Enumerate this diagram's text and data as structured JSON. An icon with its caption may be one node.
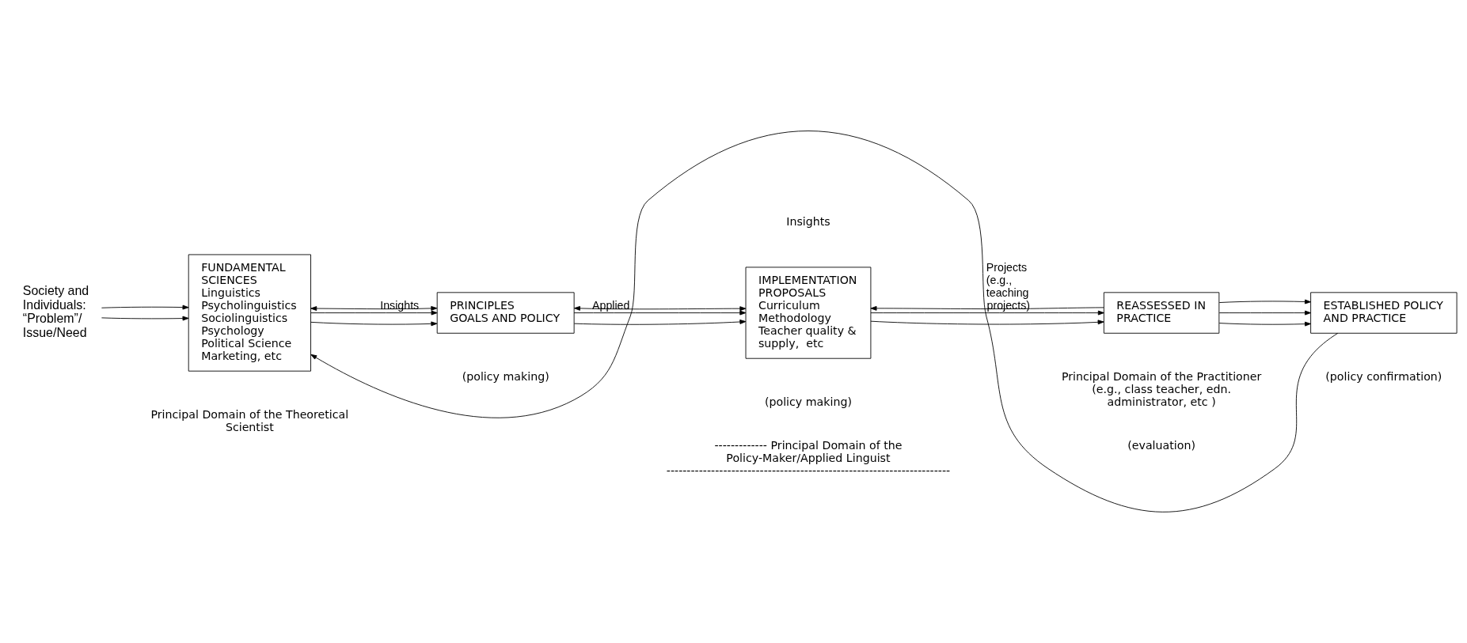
{
  "diagram": {
    "nodes": [
      {
        "text": [
          "Society and Individuals: “Problem”/ Issue/Need"
        ]
      },
      {
        "text": [
          "FUNDAMENTAL SCIENCES",
          "Linguistics",
          "Psycholinguistics",
          "Sociolinguistics",
          "Psychology",
          "Political Science",
          "Marketing, etc"
        ]
      },
      {
        "text": [
          "PRINCIPLES",
          "GOALS AND POLICY"
        ]
      },
      {
        "text": [
          "IMPLEMENTATION PROPOSALS",
          "Curriculum",
          "Methodology",
          "Teacher quality & supply,  etc"
        ]
      },
      {
        "text": [
          "REASSESSED IN PRACTICE"
        ]
      },
      {
        "text": [
          "ESTABLISHED POLICY AND PRACTICE"
        ]
      }
    ],
    "edges": [
      {
        "from": 0,
        "to": 1,
        "arrow": "to"
      },
      {
        "from": 0,
        "to": 1,
        "arrow": "to"
      },
      {
        "from": 1,
        "to": 2,
        "arrow": "to",
        "label": "Insights"
      },
      {
        "from": 1,
        "to": 2,
        "arrow": "to"
      },
      {
        "from": 2,
        "to": 3,
        "arrow": "to",
        "label": "Applied"
      },
      {
        "from": 2,
        "to": 3,
        "arrow": "to"
      },
      {
        "from": 3,
        "to": 4,
        "arrow": "to",
        "label": "Projects (e.g., teaching projects)"
      },
      {
        "from": 3,
        "to": 4,
        "arrow": "to"
      },
      {
        "from": 4,
        "to": 5,
        "arrow": "to"
      },
      {
        "from": 4,
        "to": 5,
        "arrow": "to"
      },
      {
        "from": 5,
        "to": 1,
        "arrow": "to"
      },
      {
        "from": 1,
        "to": 2,
        "arrow": "both"
      },
      {
        "from": 2,
        "to": 3,
        "arrow": "both"
      },
      {
        "from": 4,
        "to": 3,
        "arrow": "to"
      },
      {
        "from": 4,
        "to": 5,
        "arrow": "to"
      }
    ],
    "labels": [
      "Insights",
      "Principal Domain of the Theoretical Scientist",
      "------------- Principal Domain of the Policy-Maker/Applied Linguist ----------------------------------------------------------------------",
      "(policy making)",
      "(policy making)",
      "(evaluation)",
      "(policy confirmation)",
      "Principal Domain of the Practitioner (e.g., class teacher, edn. administrator, etc )"
    ]
  }
}
